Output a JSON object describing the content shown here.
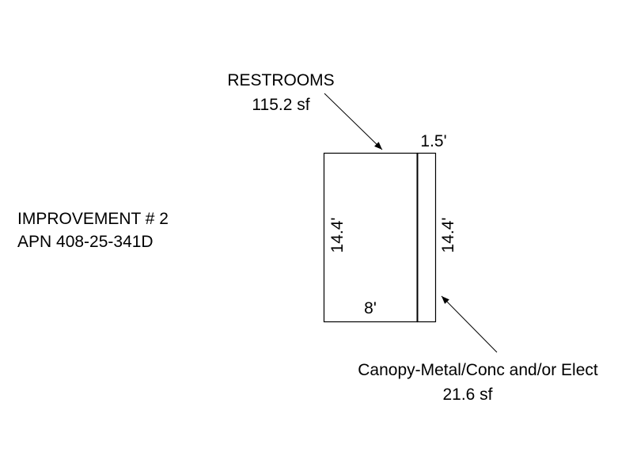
{
  "improvement": {
    "title": "IMPROVEMENT # 2",
    "apn": "APN 408-25-341D"
  },
  "restrooms": {
    "label": "RESTROOMS",
    "area": "115.2 sf",
    "length": "14.4'",
    "width": "8'"
  },
  "canopy": {
    "label": "Canopy-Metal/Conc and/or Elect",
    "area": "21.6 sf",
    "length": "14.4'",
    "width": "1.5'"
  }
}
